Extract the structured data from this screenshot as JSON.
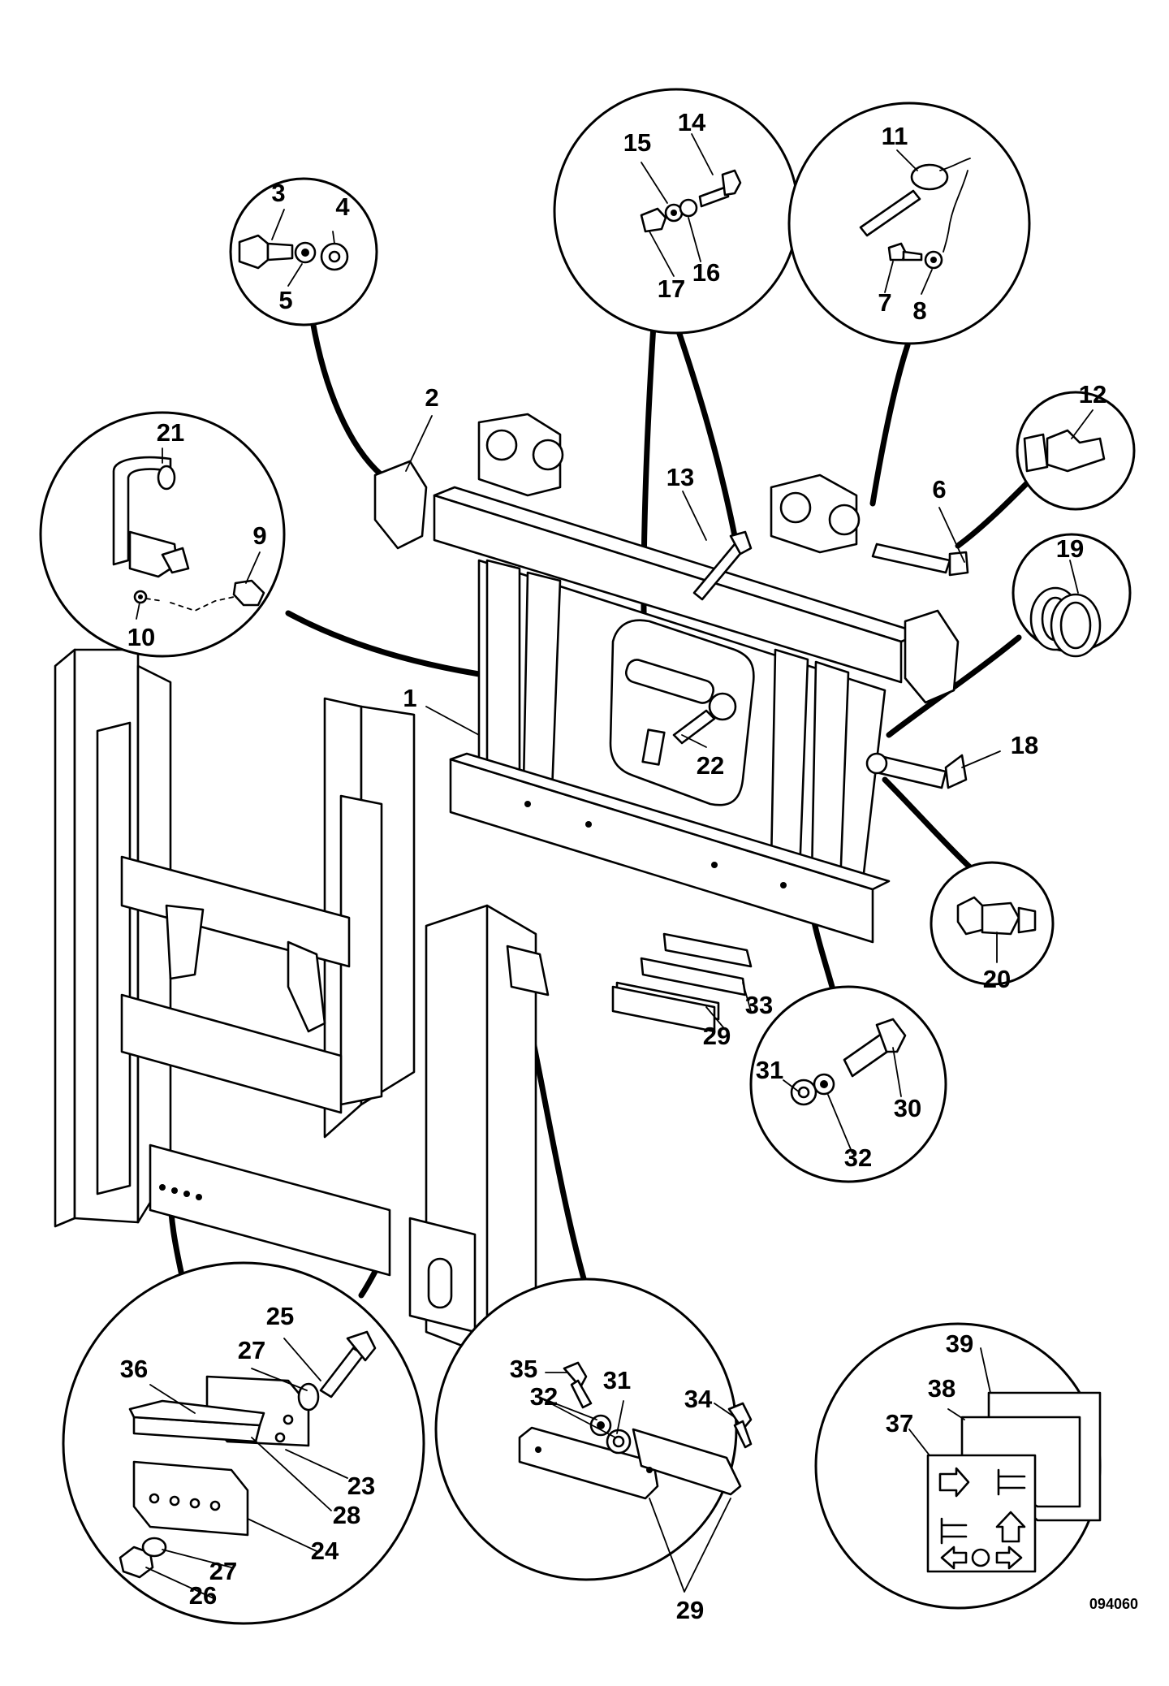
{
  "diagram": {
    "callouts": [
      "1",
      "2",
      "3",
      "4",
      "5",
      "6",
      "7",
      "8",
      "9",
      "10",
      "11",
      "12",
      "13",
      "14",
      "15",
      "16",
      "17",
      "18",
      "19",
      "20",
      "21",
      "22",
      "23",
      "24",
      "25",
      "26",
      "27",
      "28",
      "29",
      "30",
      "31",
      "32",
      "33",
      "34",
      "35",
      "36",
      "37",
      "38",
      "39"
    ],
    "duplicate_callouts": [
      "27",
      "29",
      "31",
      "32"
    ],
    "reference_code": "094060"
  }
}
